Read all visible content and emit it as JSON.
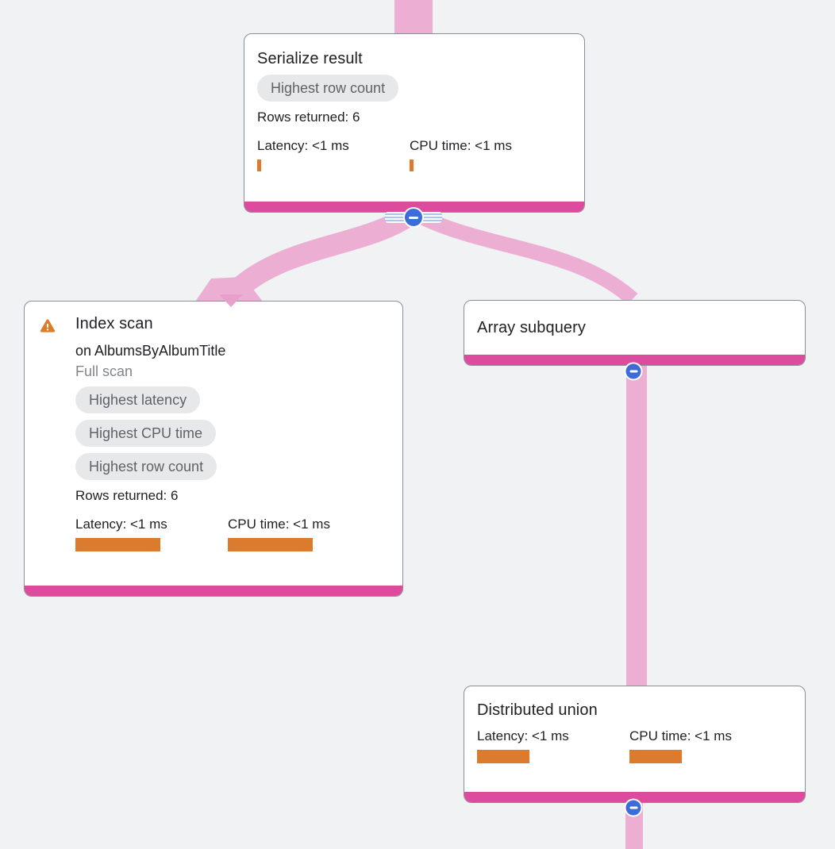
{
  "nodes": {
    "serialize_result": {
      "title": "Serialize result",
      "badges": [
        "Highest row count"
      ],
      "rows": "Rows returned: 6",
      "latency_label": "Latency: <1 ms",
      "cpu_label": "CPU time: <1 ms",
      "latency_bar_fraction": 0.05,
      "cpu_bar_fraction": 0.05
    },
    "index_scan": {
      "title": "Index scan",
      "subtitle": "on AlbumsByAlbumTitle",
      "scan_type": "Full scan",
      "has_warning": true,
      "badges": [
        "Highest latency",
        "Highest CPU time",
        "Highest row count"
      ],
      "rows": "Rows returned: 6",
      "latency_label": "Latency: <1 ms",
      "cpu_label": "CPU time: <1 ms",
      "latency_bar_fraction": 1.0,
      "cpu_bar_fraction": 1.0
    },
    "array_subquery": {
      "title": "Array subquery"
    },
    "distributed_union": {
      "title": "Distributed union",
      "latency_label": "Latency: <1 ms",
      "cpu_label": "CPU time: <1 ms",
      "latency_bar_fraction": 0.62,
      "cpu_bar_fraction": 0.62
    }
  },
  "colors": {
    "background": "#f0f2f4",
    "edge_pink": "#ecafd3",
    "edge_arrow_pink": "#e79fcc",
    "accent_pink": "#dd4b9e",
    "metric_bar_orange": "#dc7b2d",
    "badge_bg": "#e7e8ea",
    "badge_text": "#5f6368",
    "collapse_blue": "#3b6cd9",
    "stripe_blue": "#aac4f6",
    "warning_orange": "#dd7c28",
    "title_text": "#202124",
    "muted_text": "#80868b"
  }
}
